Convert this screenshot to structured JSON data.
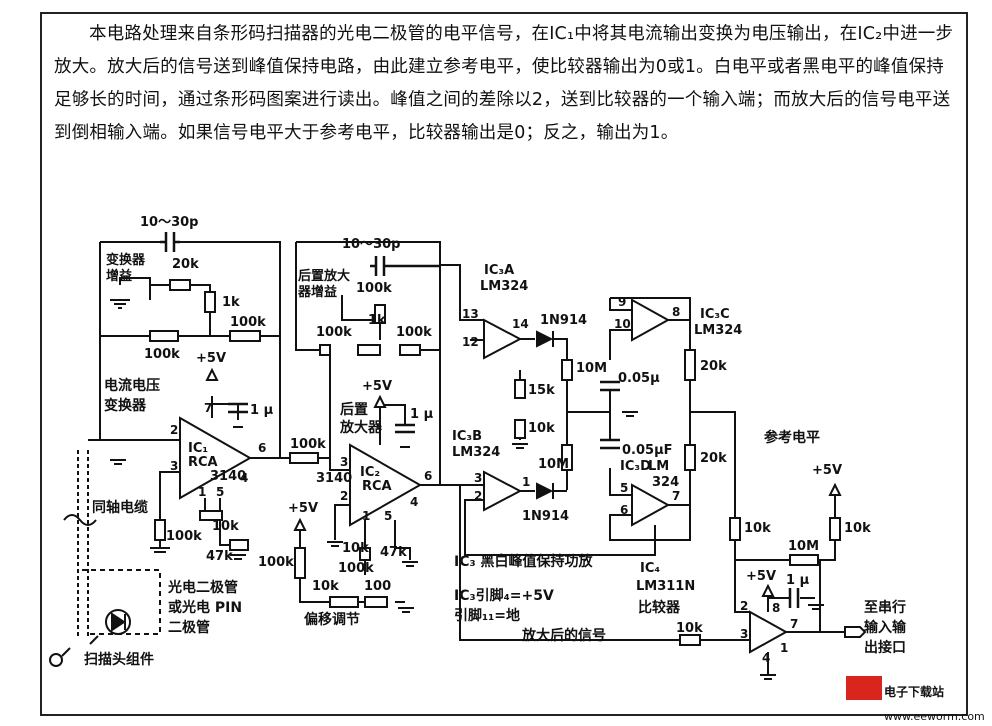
{
  "description": {
    "text": "本电路处理来自条形码扫描器的光电二极管的电平信号，在IC₁中将其电流输出变换为电压输出，在IC₂中进一步放大。放大后的信号送到峰值保持电路，由此建立参考电平，使比较器输出为0或1。白电平或者黑电平的峰值保持足够长的时间，通过条形码图案进行读出。峰值之间的差除以2，送到比较器的一个输入端；而放大后的信号电平送到倒相输入端。如果信号电平大于参考电平，比较器输出是0；反之，输出为1。"
  },
  "labels": {
    "cap_top1": "10～30p",
    "converter_gain": [
      "变换器",
      "增益"
    ],
    "r_20k_top": "20k",
    "r_1k": "1k",
    "r_100k_a": "100k",
    "r_100k_b": "100k",
    "converter_title": [
      "电流电压",
      "变换器"
    ],
    "plus5v_a": "+5V",
    "cap_1u_a": "1 μ",
    "ic1": [
      "IC₁",
      "RCA",
      "3140"
    ],
    "coax": "同轴电缆",
    "r_100k_c": "100k",
    "r_10k_a": "10k",
    "r_47k_a": "47k",
    "photodiode": [
      "光电二极管",
      "或光电 PIN",
      "二极管"
    ],
    "scan_head": "扫描头组件",
    "cap_top2": "10～30p",
    "post_amp_gain": [
      "后置放大",
      "器增益"
    ],
    "r_100k_d": "100k",
    "r_1k_b": "1k",
    "r_100k_e": "100k",
    "r_100k_f": "100k",
    "r_100k_mid": "100k",
    "plus5v_b": "+5V",
    "post_amp": [
      "后置",
      "放大器"
    ],
    "cap_1u_b": "1 μ",
    "ic2": [
      "IC₂",
      "RCA",
      "3140"
    ],
    "plus5v_c": "+5V",
    "r_100k_g": "100k",
    "r_10k_b": "10k",
    "r_10k_c": "10k",
    "r_100k_h": "100k",
    "r_47k_b": "47k",
    "r_100_a": "100",
    "offset_adj": "偏移调节",
    "ic3a": [
      "IC₃A",
      "LM324"
    ],
    "diode_a": "1N914",
    "r_10M_a": "10M",
    "cap_005_a": "0.05μ",
    "r_15k": "15k",
    "r_10k_d": "10k",
    "ic3b": [
      "IC₃B",
      "LM324"
    ],
    "r_10M_b": "10M",
    "cap_005_b": "0.05μF",
    "ic3d": [
      "IC₃D",
      "LM",
      "324"
    ],
    "diode_b": "1N914",
    "ic3c": [
      "IC₃C",
      "LM324"
    ],
    "r_20k_a": "20k",
    "r_20k_b": "20k",
    "ref_level": "参考电平",
    "peak_hold": "IC₃ 黑白峰值保持功放",
    "pin_note": [
      "IC₃引脚₄=+5V",
      "引脚₁₁=地"
    ],
    "amp_signal": "放大后的信号",
    "ic4": [
      "IC₄",
      "LM311N",
      "比较器"
    ],
    "plus5v_d": "+5V",
    "r_10k_e": "10k",
    "r_10k_f": "10k",
    "r_10M_c": "10M",
    "plus5v_e": "+5V",
    "cap_1u_c": "1 μ",
    "r_10k_g": "10k",
    "serial_out": [
      "至串行",
      "输入输",
      "出接口"
    ],
    "pins": {
      "p2a": "2",
      "p3a": "3",
      "p6a": "6",
      "p4a": "4",
      "p1a": "1",
      "p5a": "5",
      "p7a": "7",
      "p3b": "3",
      "p2b": "2",
      "p6b": "6",
      "p4b": "4",
      "p1b": "1",
      "p5b": "5",
      "p13": "13",
      "p12": "12",
      "p14": "14",
      "p9": "9",
      "p10": "10",
      "p8": "8",
      "p3c": "3",
      "p2c": "2",
      "p1c": "1",
      "p5c": "5",
      "p6c": "6",
      "p7c": "7",
      "p2d": "2",
      "p3d": "3",
      "p8d": "8",
      "p7d": "7",
      "p4d": "4",
      "p1d": "1"
    }
  },
  "watermark": {
    "brand": "电子下载站",
    "url": "www.eeworm.com"
  }
}
